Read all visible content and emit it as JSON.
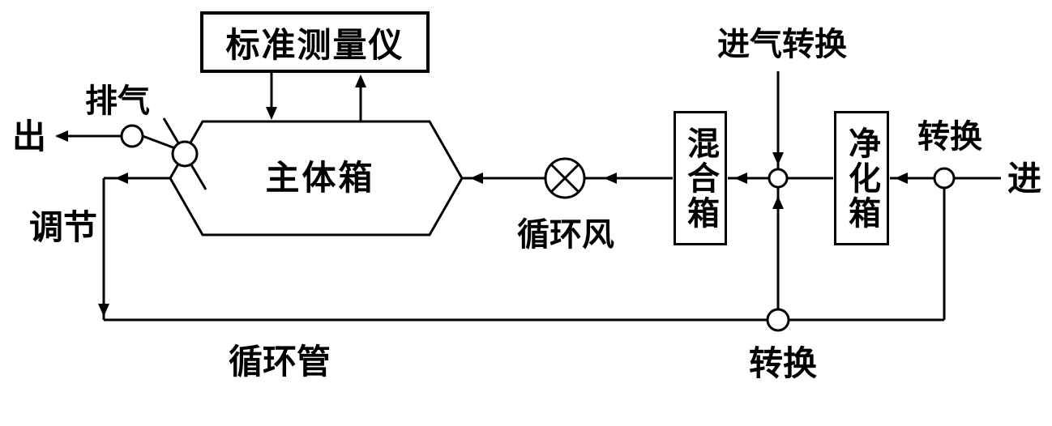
{
  "diagram": {
    "labels": {
      "standard_meter": "标准测量仪",
      "exhaust": "排气",
      "out": "出",
      "regulate": "调节",
      "main_box": "主体箱",
      "circulating_fan": "循环风",
      "circulation_pipe": "循环管",
      "mixing_box": "混合箱",
      "intake_switch": "进气转换",
      "purification_box": "净化箱",
      "switch_right": "转换",
      "inlet": "进",
      "switch_bottom": "转换"
    },
    "icons": {
      "fan": "circle-with-x-fan-symbol",
      "valve": "slashed-circle-valve",
      "switch_node": "open-circle-junction"
    },
    "colors": {
      "ink": "#000000",
      "background": "#ffffff"
    }
  }
}
